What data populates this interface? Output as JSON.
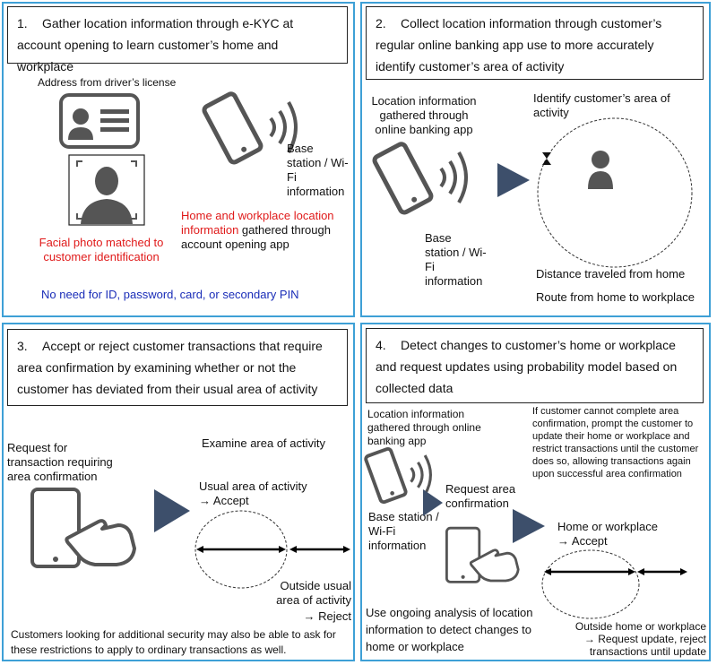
{
  "panel1": {
    "number": "1.",
    "title": "Gather location information through e-KYC at account opening to learn customer’s home and workplace",
    "address_label": "Address from driver’s license",
    "facial_label": "Facial photo matched to customer identification",
    "base_station_label": "Base station / Wi-Fi information",
    "home_workplace_red": "Home and workplace location information",
    "home_workplace_rest": " gathered through account opening app",
    "no_need": "No need for ID, password, card, or secondary PIN"
  },
  "panel2": {
    "number": "2.",
    "title": "Collect location information through customer’s regular online banking app use to more accurately identify customer’s area of activity",
    "location_label": "Location information gathered through online banking app",
    "base_station_label": "Base station / Wi-Fi information",
    "identify_label": "Identify customer’s area of activity",
    "distance_label": "Distance traveled from home",
    "route_label": "Route from home to workplace"
  },
  "panel3": {
    "number": "3.",
    "title": "Accept or reject customer transactions that require area confirmation by examining whether or not the customer has deviated from their usual area of activity",
    "request_label": "Request for transaction requiring area confirmation",
    "examine_label": "Examine area of activity",
    "usual_label": "Usual area of activity",
    "accept_label": "→ Accept",
    "outside_label": "Outside usual area of activity",
    "reject_label": "→ Reject",
    "footer": "Customers looking for additional security may also be able to ask for these restrictions to apply to ordinary transactions as well."
  },
  "panel4": {
    "number": "4.",
    "title": "Detect changes to customer’s home or workplace and request updates using probability model based on collected data",
    "location_label": "Location information gathered through online banking app",
    "note": "If customer cannot complete area confirmation, prompt the customer to update their home or workplace and restrict transactions until the customer does so, allowing transactions again upon successful area confirmation",
    "request_area_label": "Request area confirmation",
    "base_station_label": "Base station / Wi-Fi information",
    "home_label": "Home or workplace",
    "accept_label": "→ Accept",
    "ongoing_label": "Use ongoing analysis of location information to detect changes to home or workplace",
    "outside_label": "Outside home or workplace",
    "outside_action": "→ Request update, reject transactions until update"
  },
  "colors": {
    "panel_border": "#3ea0d6",
    "icon_gray": "#555555",
    "arrow_navy": "#3d4f6b",
    "red_text": "#e01a1a",
    "blue_text": "#1a2db8"
  }
}
